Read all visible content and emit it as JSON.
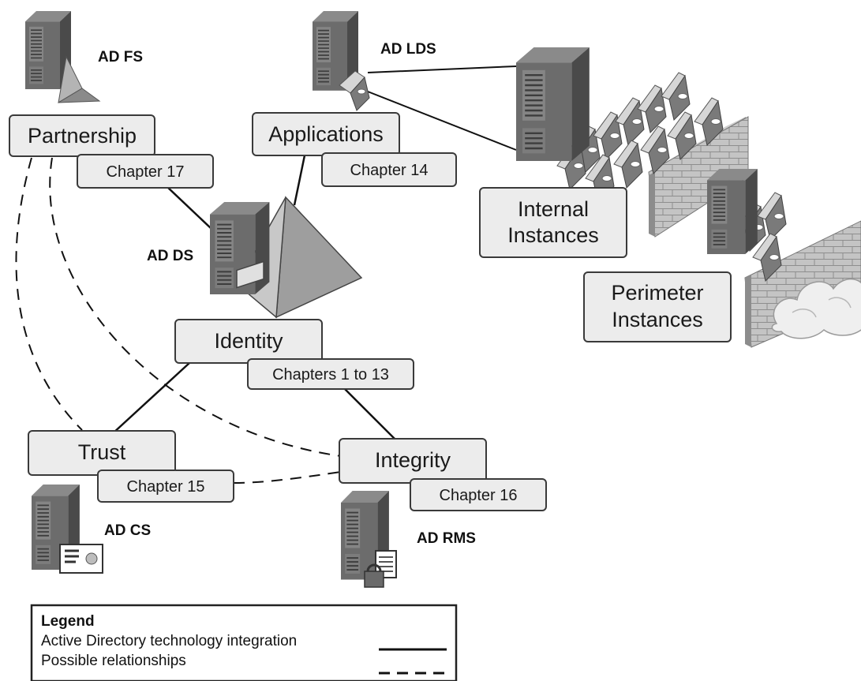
{
  "servers": {
    "ad_fs": "AD FS",
    "ad_lds": "AD LDS",
    "ad_ds": "AD DS",
    "ad_cs": "AD CS",
    "ad_rms": "AD RMS"
  },
  "roles": {
    "partnership": "Partnership",
    "applications": "Applications",
    "identity": "Identity",
    "trust": "Trust",
    "integrity": "Integrity"
  },
  "chapters": {
    "partnership": "Chapter 17",
    "applications": "Chapter 14",
    "identity": "Chapters 1 to 13",
    "trust": "Chapter 15",
    "integrity": "Chapter 16"
  },
  "instances": {
    "internal_line1": "Internal",
    "internal_line2": "Instances",
    "perimeter_line1": "Perimeter",
    "perimeter_line2": "Instances"
  },
  "legend": {
    "title": "Legend",
    "solid_label": "Active Directory technology integration",
    "dashed_label": "Possible relationships"
  },
  "colors": {
    "box_fill": "#ececec",
    "box_stroke": "#3a3a3a",
    "server_dark": "#5f5f5f",
    "server_light": "#a9a9a9",
    "wall": "#bdbdbd"
  }
}
